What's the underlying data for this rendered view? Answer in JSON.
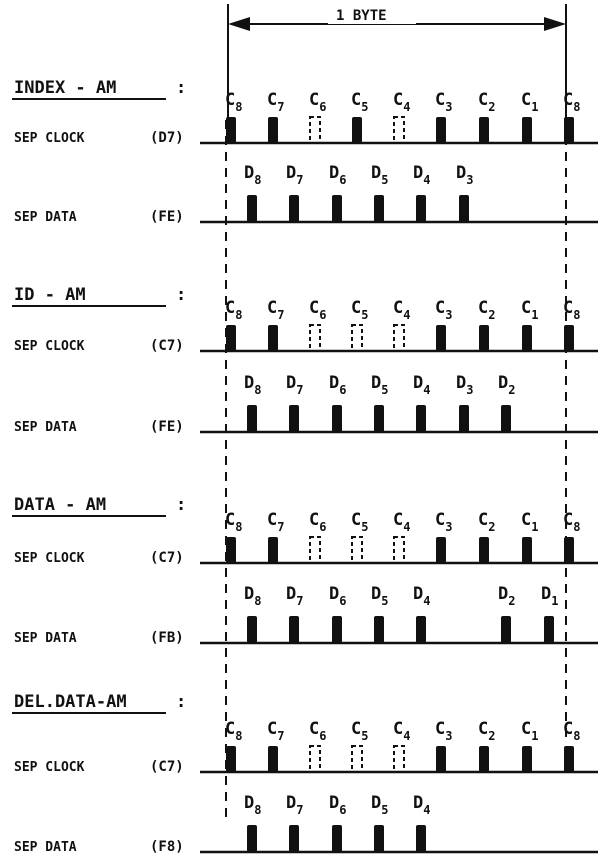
{
  "byte_label": "1 BYTE",
  "groups": [
    {
      "title": "INDEX - AM",
      "colon": ":",
      "clock_label": "SEP CLOCK",
      "clock_code": "(D7)",
      "data_label": "SEP DATA",
      "data_code": "(FE)",
      "clock_bits": [
        "C8",
        "C7",
        "C6",
        "C5",
        "C4",
        "C3",
        "C2",
        "C1",
        "C8"
      ],
      "clock_pattern": [
        1,
        1,
        0,
        1,
        0,
        1,
        1,
        1,
        1
      ],
      "data_bits": [
        "D8",
        "D7",
        "D6",
        "D5",
        "D4",
        "D3"
      ],
      "data_pattern": [
        1,
        1,
        1,
        1,
        1,
        1,
        0,
        0
      ]
    },
    {
      "title": "ID - AM",
      "colon": ":",
      "clock_label": "SEP CLOCK",
      "clock_code": "(C7)",
      "data_label": "SEP DATA",
      "data_code": "(FE)",
      "clock_bits": [
        "C8",
        "C7",
        "C6",
        "C5",
        "C4",
        "C3",
        "C2",
        "C1",
        "C8"
      ],
      "clock_pattern": [
        1,
        1,
        0,
        0,
        0,
        1,
        1,
        1,
        1
      ],
      "data_bits": [
        "D8",
        "D7",
        "D6",
        "D5",
        "D4",
        "D3",
        "D2"
      ],
      "data_pattern": [
        1,
        1,
        1,
        1,
        1,
        1,
        1,
        0
      ]
    },
    {
      "title": "DATA - AM",
      "colon": ":",
      "clock_label": "SEP CLOCK",
      "clock_code": "(C7)",
      "data_label": "SEP DATA",
      "data_code": "(FB)",
      "clock_bits": [
        "C8",
        "C7",
        "C6",
        "C5",
        "C4",
        "C3",
        "C2",
        "C1",
        "C8"
      ],
      "clock_pattern": [
        1,
        1,
        0,
        0,
        0,
        1,
        1,
        1,
        1
      ],
      "data_bits": [
        "D8",
        "D7",
        "D6",
        "D5",
        "D4",
        "",
        "D2",
        "D1"
      ],
      "data_pattern": [
        1,
        1,
        1,
        1,
        1,
        0,
        1,
        1
      ]
    },
    {
      "title": "DEL.DATA-AM",
      "colon": ":",
      "clock_label": "SEP CLOCK",
      "clock_code": "(C7)",
      "data_label": "SEP DATA",
      "data_code": "(F8)",
      "clock_bits": [
        "C8",
        "C7",
        "C6",
        "C5",
        "C4",
        "C3",
        "C2",
        "C1",
        "C8"
      ],
      "clock_pattern": [
        1,
        1,
        0,
        0,
        0,
        1,
        1,
        1,
        1
      ],
      "data_bits": [
        "D8",
        "D7",
        "D6",
        "D5",
        "D4"
      ],
      "data_pattern": [
        1,
        1,
        1,
        1,
        1,
        0,
        0,
        0
      ]
    }
  ]
}
